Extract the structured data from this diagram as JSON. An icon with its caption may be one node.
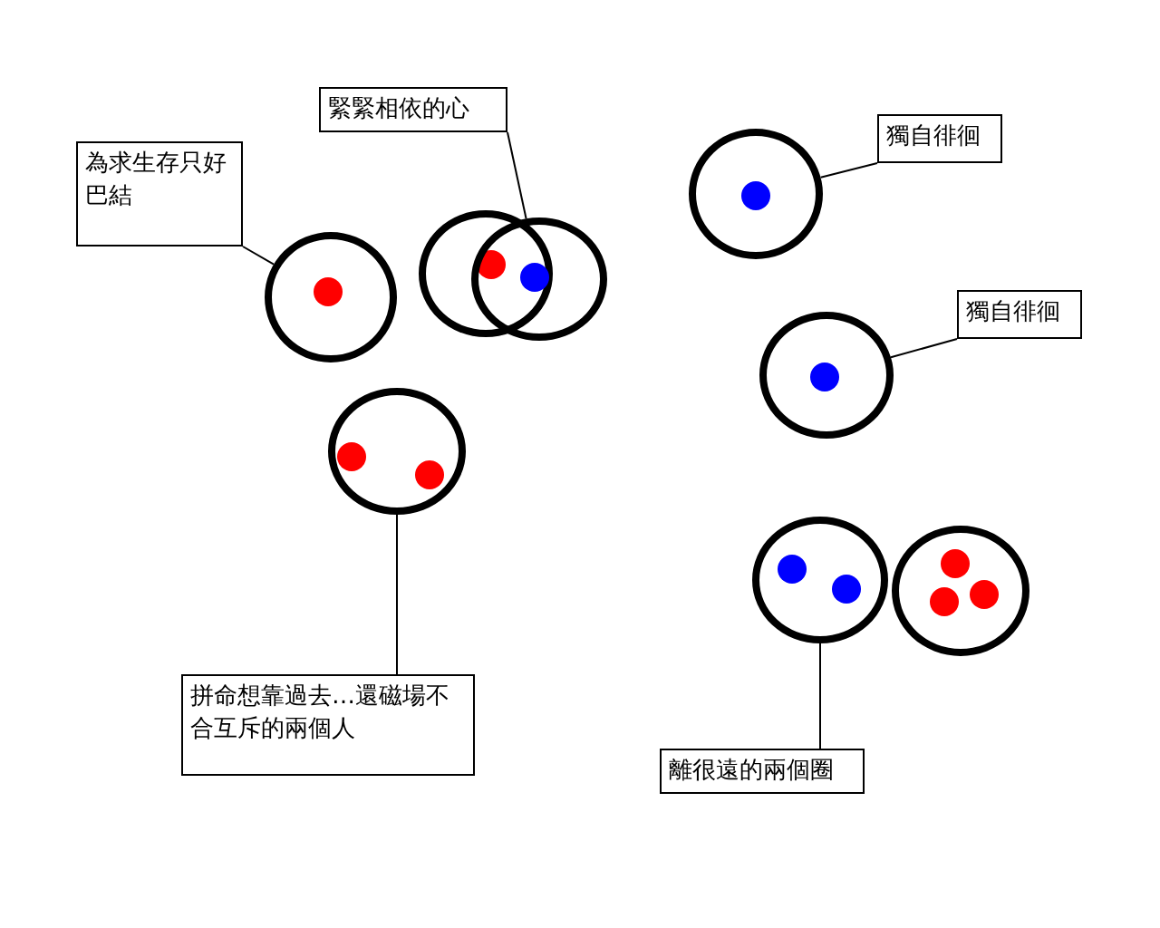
{
  "diagram": {
    "nodes": [
      {
        "text": [
          "緊緊相依的心"
        ]
      },
      {
        "text": [
          "獨自徘徊"
        ]
      },
      {
        "text": [
          "為求生存只好巴結"
        ]
      },
      {
        "text": [],
        "shape": "circle"
      },
      {
        "text": [],
        "shape": "circle"
      },
      {
        "text": [],
        "shape": "circle"
      },
      {
        "text": [],
        "shape": "circle"
      },
      {
        "text": [
          "獨自徘徊"
        ]
      },
      {
        "text": [],
        "shape": "circle"
      },
      {
        "text": [],
        "shape": "circle"
      },
      {
        "text": [],
        "shape": "circle"
      },
      {
        "text": [],
        "shape": "circle"
      },
      {
        "text": [
          "拼命想靠過去…還磁場不合互斥的兩個人"
        ]
      },
      {
        "text": [
          "離很遠的兩個圈"
        ]
      }
    ],
    "edges": [
      {
        "from": 0,
        "to": 5,
        "arrow": "none"
      },
      {
        "from": 1,
        "to": 3,
        "arrow": "none"
      },
      {
        "from": 2,
        "to": 6,
        "arrow": "none"
      },
      {
        "from": 7,
        "to": 8,
        "arrow": "none"
      },
      {
        "from": 12,
        "to": 9,
        "arrow": "none"
      },
      {
        "from": 13,
        "to": 10,
        "arrow": "none"
      }
    ]
  }
}
